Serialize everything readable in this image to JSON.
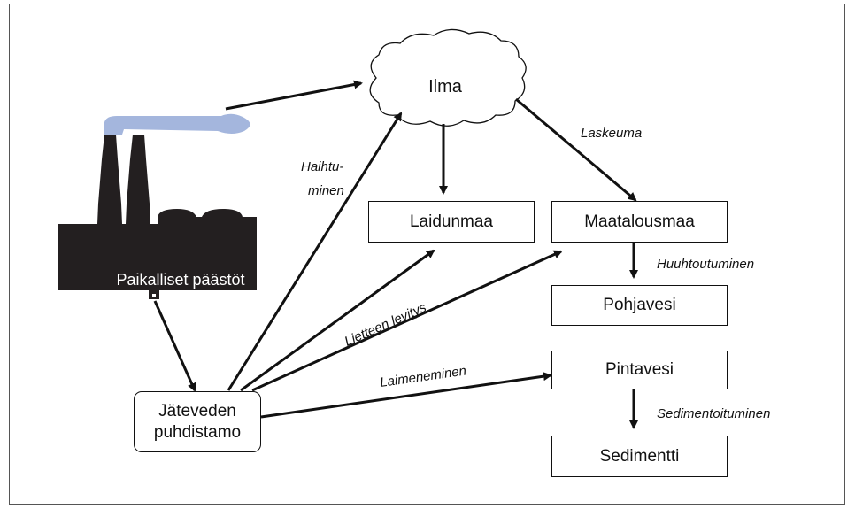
{
  "nodes": {
    "air": "Ilma",
    "factory": "Paikalliset päästöt",
    "wwtp_line1": "Jäteveden",
    "wwtp_line2": "puhdistamo",
    "pasture": "Laidunmaa",
    "farmland": "Maatalousmaa",
    "groundwater": "Pohjavesi",
    "surface_water": "Pintavesi",
    "sediment": "Sedimentti"
  },
  "edges": {
    "deposition": "Laskeuma",
    "evaporation_line1": "Haihtu-",
    "evaporation_line2": "minen",
    "sludge_spreading": "Lietteen levitys",
    "dilution": "Laimeneminen",
    "leaching": "Huuhtoutuminen",
    "sedimentation": "Sedimentoituminen"
  },
  "colors": {
    "factory": "#231f20",
    "smoke": "#a4b6dd",
    "stroke": "#111111"
  }
}
